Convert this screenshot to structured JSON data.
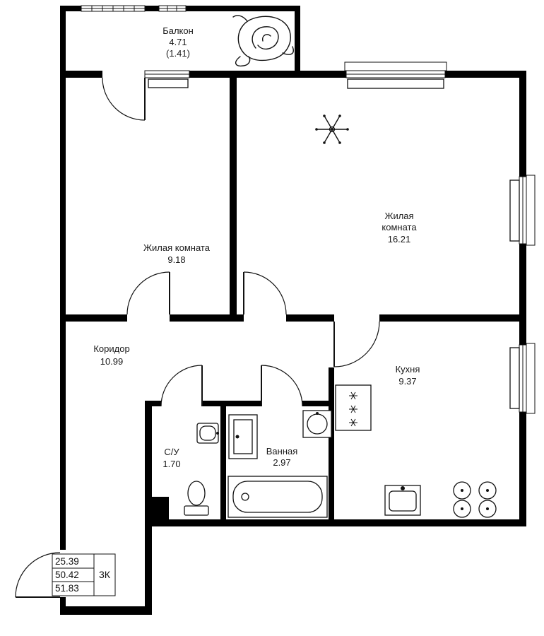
{
  "plan": {
    "balcony": {
      "name": "Балкон",
      "area": "4.71",
      "area_reduced": "(1.41)"
    },
    "living_small": {
      "name": "Жилая комната",
      "area": "9.18"
    },
    "living_large": {
      "name_line1": "Жилая",
      "name_line2": "комната",
      "area": "16.21"
    },
    "corridor": {
      "name": "Коридор",
      "area": "10.99"
    },
    "kitchen": {
      "name": "Кухня",
      "area": "9.37"
    },
    "wc": {
      "name": "С/У",
      "area": "1.70"
    },
    "bathroom": {
      "name": "Ванная",
      "area": "2.97"
    }
  },
  "legend": {
    "living_area": "25.39",
    "area": "50.42",
    "total_area": "51.83",
    "apartment_type": "3К"
  },
  "icons": {
    "plant": "plant-sketch",
    "snowflake": "snowflake-ornament",
    "gas_heater_mark": "asterisk"
  },
  "colors": {
    "walls": "#000000",
    "lines": "#111111",
    "background": "#ffffff",
    "text": "#1a1a1a"
  }
}
